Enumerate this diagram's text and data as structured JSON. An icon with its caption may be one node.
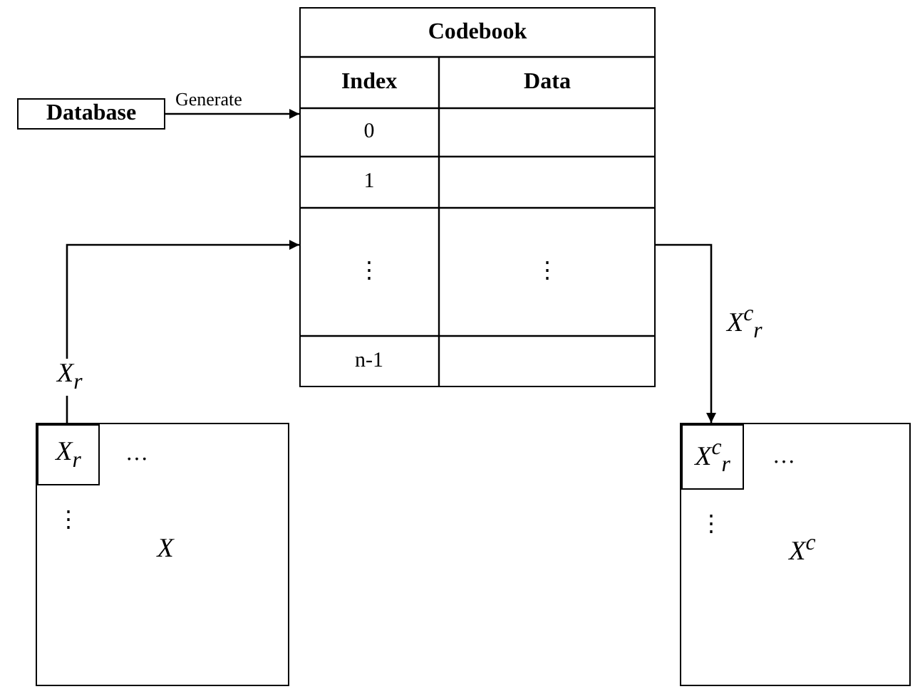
{
  "diagram": {
    "nodes": [
      {
        "text": [
          "Database"
        ]
      },
      {
        "text": [
          "Codebook"
        ]
      },
      {
        "text": [
          "X"
        ]
      },
      {
        "text": [
          "X$_{r}$"
        ],
        "in": 2
      },
      {
        "text": [
          "X$^{c}$"
        ]
      },
      {
        "text": [
          "X$^{c}$$_{r}$"
        ],
        "in": 4
      }
    ],
    "edges": [
      {
        "from": 0,
        "to": 1,
        "arrow": "to",
        "label": "Generate"
      },
      {
        "from": 3,
        "to": 1,
        "arrow": "to",
        "label": "X$_{r}$"
      },
      {
        "from": 1,
        "to": 5,
        "arrow": "to",
        "label": "X$^{c}$$_{r}$"
      }
    ],
    "labels": [
      "Index",
      "Data",
      "0",
      "1",
      "⋮",
      "⋮",
      "n-1",
      "…",
      "⋮",
      "…",
      "⋮"
    ]
  }
}
